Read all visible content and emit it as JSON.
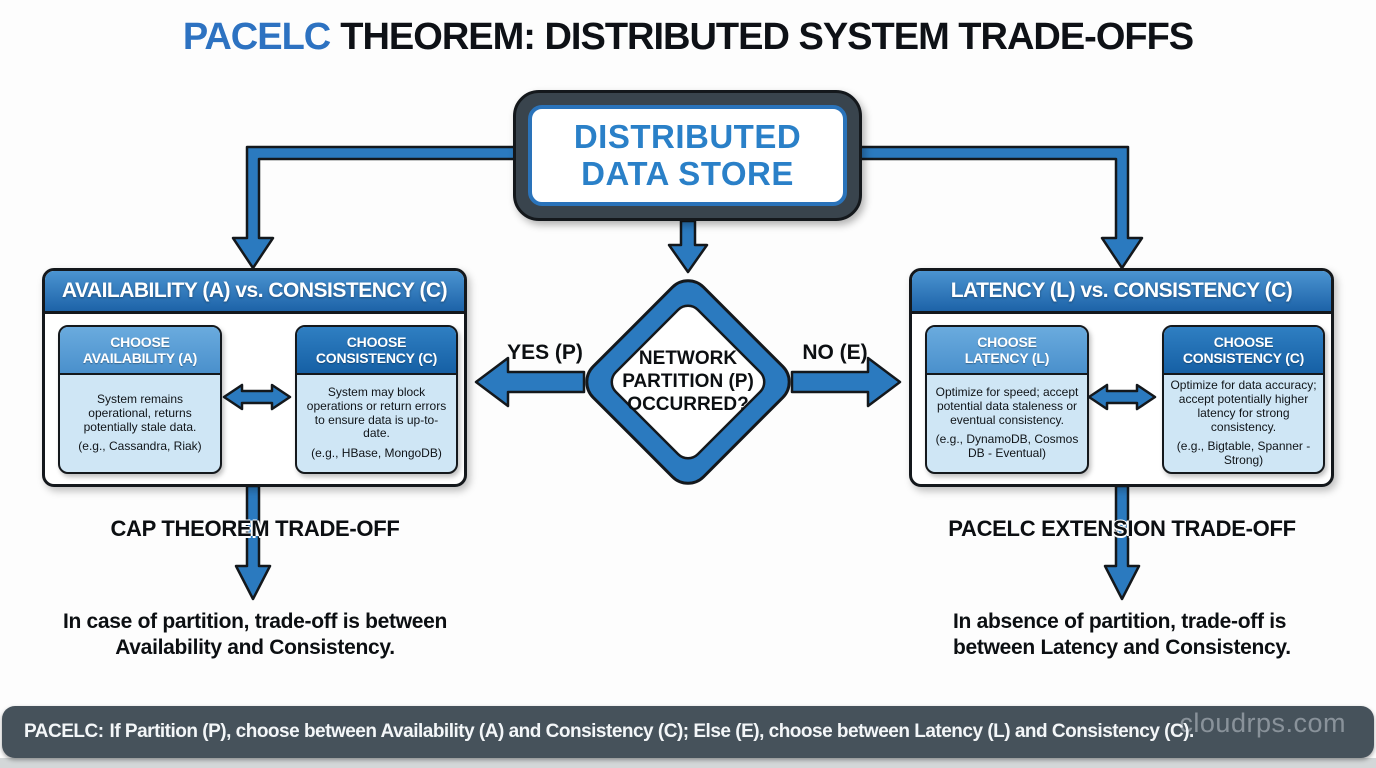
{
  "title": {
    "highlight": "PACELC",
    "rest": "THEOREM: DISTRIBUTED SYSTEM TRADE-OFFS"
  },
  "root_node": {
    "label": "DISTRIBUTED DATA STORE"
  },
  "decision": {
    "label": "NETWORK PARTITION (P) OCCURRED?",
    "yes_label": "YES (P)",
    "no_label": "NO (E)"
  },
  "left_panel": {
    "title": "AVAILABILITY (A) vs. CONSISTENCY (C)",
    "option_a": {
      "title_line1": "CHOOSE",
      "title_line2": "AVAILABILITY (A)",
      "body": "System remains operational, returns potentially stale data.",
      "examples": "(e.g., Cassandra, Riak)"
    },
    "option_b": {
      "title_line1": "CHOOSE",
      "title_line2": "CONSISTENCY (C)",
      "body": "System may block operations or return errors to ensure data is up-to-date.",
      "examples": "(e.g., HBase, MongoDB)"
    },
    "tradeoff_label": "CAP THEOREM TRADE-OFF",
    "note_line1": "In case of partition, trade-off is between",
    "note_line2": "Availability and Consistency."
  },
  "right_panel": {
    "title": "LATENCY (L) vs. CONSISTENCY (C)",
    "option_a": {
      "title_line1": "CHOOSE",
      "title_line2": "LATENCY (L)",
      "body": "Optimize for speed; accept potential data staleness or eventual consistency.",
      "examples": "(e.g., DynamoDB, Cosmos DB - Eventual)"
    },
    "option_b": {
      "title_line1": "CHOOSE",
      "title_line2": "CONSISTENCY (C)",
      "body": "Optimize for data accuracy; accept potentially higher latency for strong consistency.",
      "examples": "(e.g., Bigtable, Spanner - Strong)"
    },
    "tradeoff_label": "PACELC EXTENSION TRADE-OFF",
    "note_line1": "In absence of partition, trade-off is",
    "note_line2": "between Latency and Consistency."
  },
  "footer": {
    "prefix": "PACELC:",
    "text": "If Partition (P), choose between Availability (A) and Consistency (C); Else (E), choose between Latency (L) and Consistency (C)."
  },
  "watermark": "cloudrps.com",
  "colors": {
    "accent_blue": "#2b7abf",
    "header_blue_dark": "#1d63a8",
    "header_blue_light": "#4b94d1",
    "option_light_blue": "#cfe6f5",
    "slate_dark": "#39444d",
    "footer_slate": "#46525b",
    "title_blue": "#2d72c1",
    "ink": "#14181c"
  }
}
